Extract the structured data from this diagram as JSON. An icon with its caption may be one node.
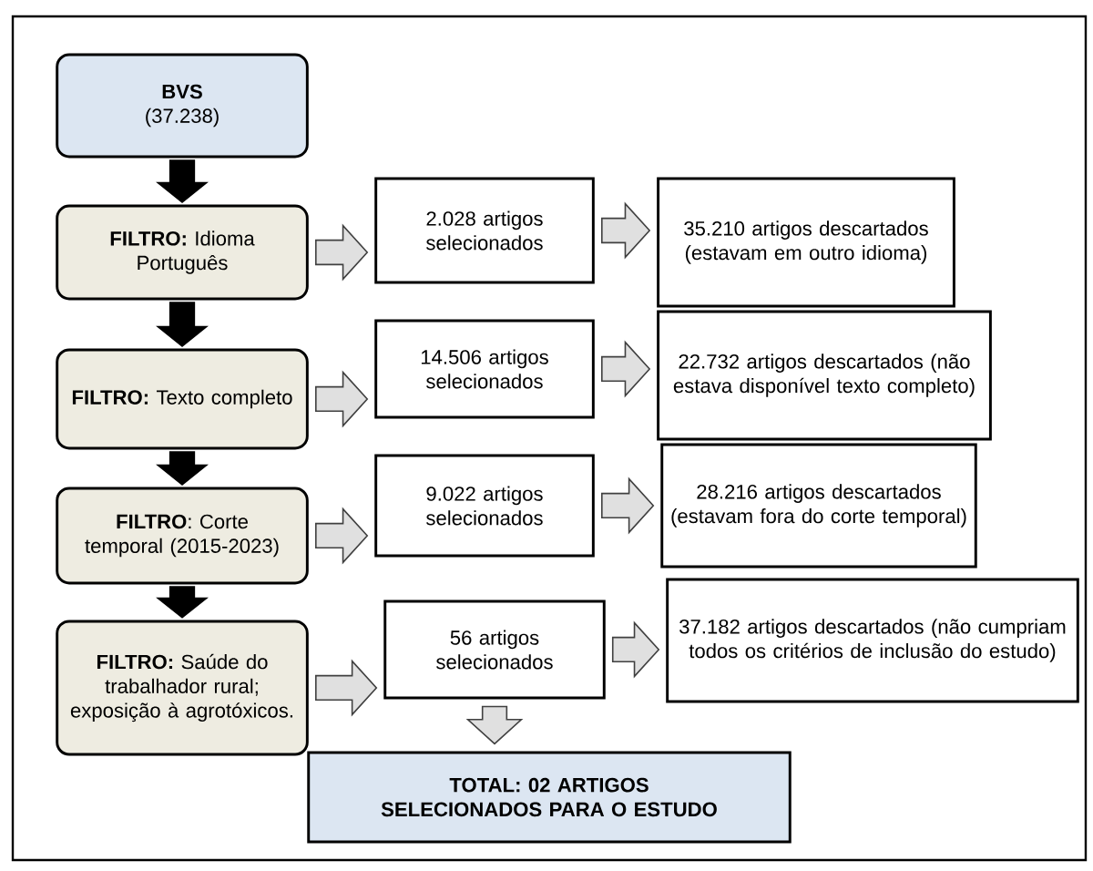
{
  "diagram": {
    "nodes": [
      {
        "text": [
          "BVS",
          "(37.238)"
        ]
      },
      {
        "text": [
          "**FILTRO:** Idioma Português"
        ]
      },
      {
        "text": [
          "2.028 artigos selecionados"
        ]
      },
      {
        "text": [
          "35.210 artigos descartados (estavam em outro idioma)"
        ]
      },
      {
        "text": [
          "**FILTRO:** Texto completo"
        ]
      },
      {
        "text": [
          "14.506 artigos selecionados"
        ]
      },
      {
        "text": [
          "22.732 artigos descartados (não estava disponível texto completo)"
        ]
      },
      {
        "text": [
          "**FILTRO**: Corte temporal (2015-2023)"
        ]
      },
      {
        "text": [
          "9.022 artigos selecionados"
        ]
      },
      {
        "text": [
          "28.216 artigos descartados (estavam fora do corte temporal)"
        ]
      },
      {
        "text": [
          "**FILTRO:** Saúde do trabalhador rural; exposição à agrotóxicos."
        ]
      },
      {
        "text": [
          "56 artigos selecionados"
        ]
      },
      {
        "text": [
          "37.182 artigos descartados (não cumpriam todos os critérios de inclusão do estudo)"
        ]
      },
      {
        "text": [
          "TOTAL: 02 ARTIGOS SELECIONADOS PARA O ESTUDO"
        ]
      }
    ],
    "edges": [
      {
        "from": 0,
        "to": 1,
        "arrow": "to",
        "color": "#000000"
      },
      {
        "from": 1,
        "to": 2,
        "arrow": "to"
      },
      {
        "from": 2,
        "to": 3,
        "arrow": "to"
      },
      {
        "from": 1,
        "to": 4,
        "arrow": "to",
        "color": "#000000"
      },
      {
        "from": 4,
        "to": 5,
        "arrow": "to"
      },
      {
        "from": 5,
        "to": 6,
        "arrow": "to"
      },
      {
        "from": 4,
        "to": 7,
        "arrow": "to",
        "color": "#000000"
      },
      {
        "from": 7,
        "to": 8,
        "arrow": "to"
      },
      {
        "from": 8,
        "to": 9,
        "arrow": "to"
      },
      {
        "from": 7,
        "to": 10,
        "arrow": "to",
        "color": "#000000"
      },
      {
        "from": 10,
        "to": 11,
        "arrow": "to"
      },
      {
        "from": 11,
        "to": 12,
        "arrow": "to"
      },
      {
        "from": 11,
        "to": 13,
        "arrow": "to"
      }
    ]
  }
}
